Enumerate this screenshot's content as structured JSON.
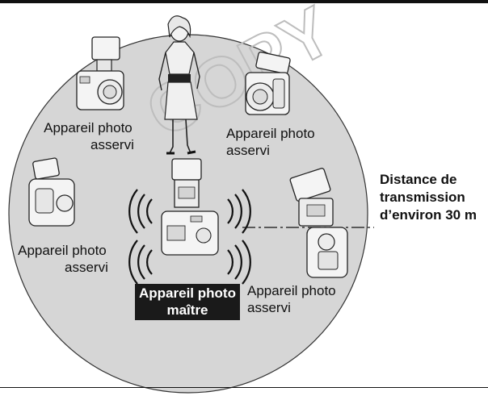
{
  "watermark": "COPY",
  "master_label": [
    "Appareil photo",
    "maître"
  ],
  "slave_label_line1": "Appareil photo",
  "slave_label_line2": "asservi",
  "distance_label": [
    "Distance de",
    "transmission",
    "d’environ 30 m"
  ],
  "colors": {
    "circle_fill": "#d6d6d6",
    "device_fill": "#f4f4f4",
    "master_bg": "#1a1a1a",
    "ink": "#111111"
  }
}
